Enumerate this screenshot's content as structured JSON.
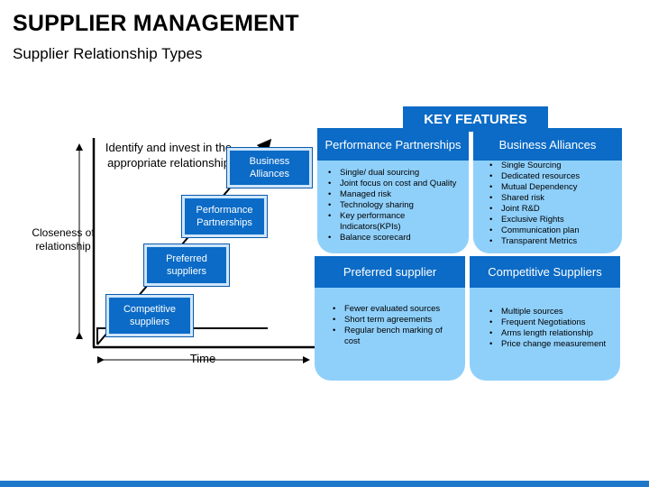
{
  "header": {
    "title": "SUPPLIER MANAGEMENT",
    "subtitle": "Supplier Relationship Types"
  },
  "diagram": {
    "y_axis_label": "Closeness of relationship",
    "x_axis_label": "Time",
    "annotation": "Identify and invest in the appropriate relationship",
    "steps": [
      {
        "label": "Competitive suppliers"
      },
      {
        "label": "Preferred suppliers"
      },
      {
        "label": "Performance Partnerships"
      },
      {
        "label": "Business Alliances"
      }
    ]
  },
  "key_features": {
    "title": "KEY FEATURES",
    "cards": [
      {
        "title": "Performance Partnerships",
        "items": [
          "Single/ dual sourcing",
          "Joint focus on cost and Quality",
          "Managed risk",
          "Technology sharing",
          "Key performance Indicators(KPIs)",
          "Balance scorecard"
        ]
      },
      {
        "title": "Business Alliances",
        "items": [
          "Single Sourcing",
          "Dedicated resources",
          "Mutual Dependency",
          "Shared risk",
          "Joint R&D",
          "Exclusive  Rights",
          "Communication plan",
          "Transparent Metrics"
        ]
      },
      {
        "title": "Preferred supplier",
        "items": [
          "Fewer evaluated  sources",
          "Short term agreements",
          "Regular bench marking of cost"
        ]
      },
      {
        "title": "Competitive Suppliers",
        "items": [
          "Multiple sources",
          "Frequent Negotiations",
          "Arms length relationship",
          "Price change measurement"
        ]
      }
    ]
  },
  "colors": {
    "accent": "#0b6bc6",
    "card_body": "#8fd0fb",
    "footer_bar": "#1f77c9"
  }
}
